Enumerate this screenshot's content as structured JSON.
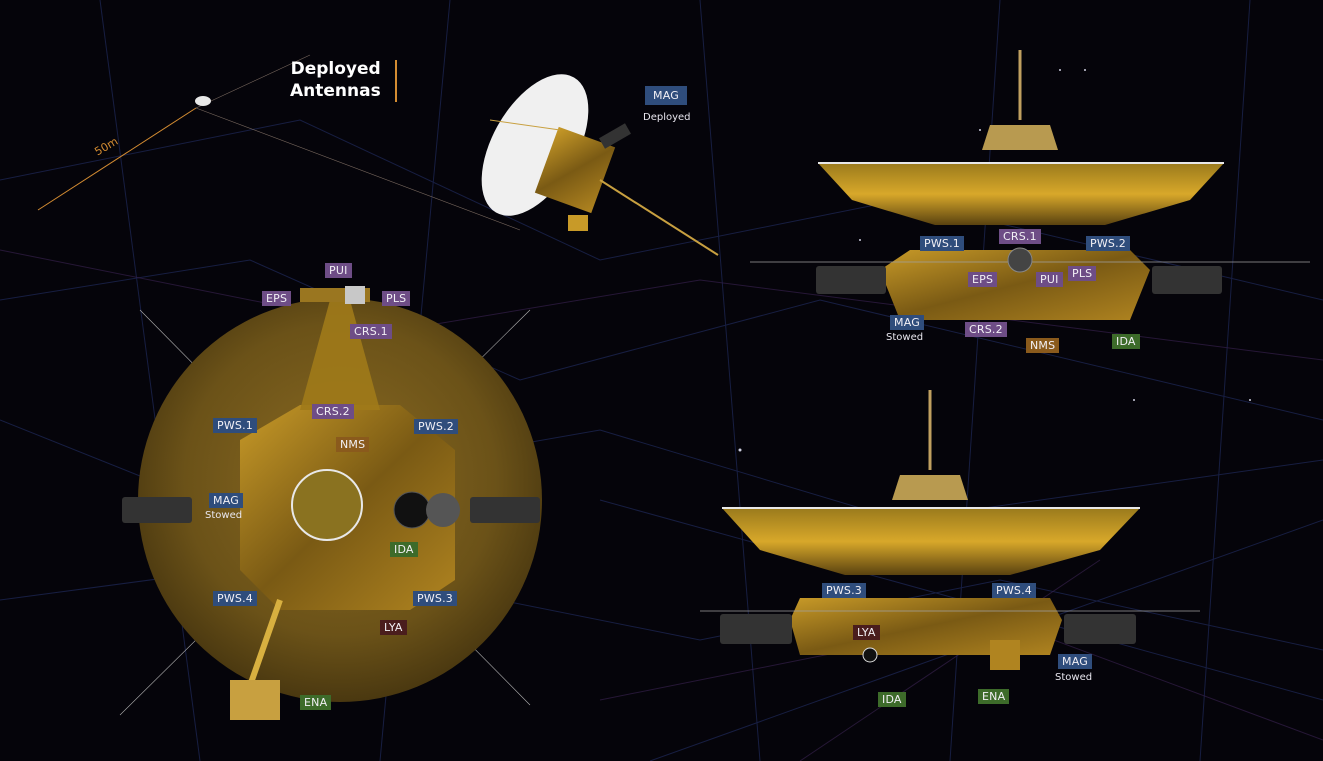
{
  "legend": {
    "title_line1": "Deployed",
    "title_line2": "Antennas",
    "accent_color": "#d48c32",
    "scale_label": "50m"
  },
  "views": {
    "deployed": {
      "mag": {
        "label": "MAG",
        "status": "Deployed"
      }
    },
    "top": {
      "labels": {
        "pui": "PUI",
        "eps": "EPS",
        "pls": "PLS",
        "crs1": "CRS.1",
        "crs2": "CRS.2",
        "pws1": "PWS.1",
        "pws2": "PWS.2",
        "nms": "NMS",
        "mag": "MAG",
        "mag_status": "Stowed",
        "ida": "IDA",
        "pws4": "PWS.4",
        "pws3": "PWS.3",
        "lya": "LYA",
        "ena": "ENA"
      }
    },
    "side_front": {
      "labels": {
        "pws1": "PWS.1",
        "crs1": "CRS.1",
        "pws2": "PWS.2",
        "eps": "EPS",
        "pui": "PUI",
        "pls": "PLS",
        "mag": "MAG",
        "mag_status": "Stowed",
        "crs2": "CRS.2",
        "nms": "NMS",
        "ida": "IDA"
      }
    },
    "side_back": {
      "labels": {
        "pws3": "PWS.3",
        "pws4": "PWS.4",
        "lya": "LYA",
        "mag": "MAG",
        "mag_status": "Stowed",
        "ida": "IDA",
        "ena": "ENA"
      }
    }
  },
  "colors": {
    "pws_mag": "#2f4d7c",
    "plasma": "#6e4d86",
    "nms": "#8a5a1c",
    "dust": "#3d6b2a",
    "lya": "#4a1d1d",
    "gold": "#b8891e"
  }
}
